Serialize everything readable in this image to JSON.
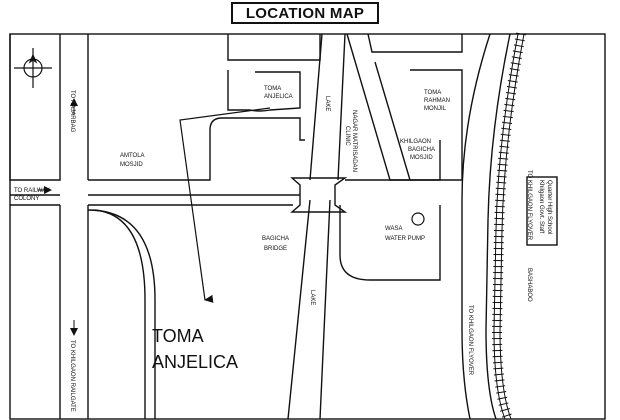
{
  "title": "LOCATION MAP",
  "colors": {
    "ink": "#111111",
    "background": "#ffffff"
  },
  "icons": {
    "compass": "compass-rose-icon"
  },
  "labels": {
    "to_rajarbag": "TO RAJARBAG",
    "to_railway_colony_1": "TO RAILWAY",
    "to_railway_colony_2": "COLONY",
    "amtola_mosjid_1": "AMTOLA",
    "amtola_mosjid_2": "MOSJID",
    "toma_anjelica_small_1": "TOMA",
    "toma_anjelica_small_2": "ANJELICA",
    "lake_top": "LAKE",
    "nagar_matrisadan_1": "NAGAR MATRISADAN",
    "nagar_matrisadan_2": "CLINIC",
    "toma_rahman_monjil_1": "TOMA",
    "toma_rahman_monjil_2": "RAHMAN",
    "toma_rahman_monjil_3": "MONJIL",
    "khilgaon_bagicha_mosjid_1": "KHILGAON",
    "khilgaon_bagicha_mosjid_2": "BAGICHA",
    "khilgaon_bagicha_mosjid_3": "MOSJID",
    "school_1": "Khilgaon Govt. Staff",
    "school_2": "Quarter High School",
    "to_khilgaon_flyover_right": "TO KHILGAON FLYOVER",
    "bashaboo": "BASHABOO",
    "wasa_1": "WASA",
    "wasa_2": "WATER PUMP",
    "bagicha_bridge_1": "BAGICHA",
    "bagicha_bridge_2": "BRIDGE",
    "lake_bottom": "LAKE",
    "to_khilgaon_flyover_bottom": "TO KHILGAON FLYOVER",
    "to_khilgaon_railgate": "TO KHILGAON RAILGATE",
    "toma_anjelica_big_1": "TOMA",
    "toma_anjelica_big_2": "ANJELICA"
  }
}
